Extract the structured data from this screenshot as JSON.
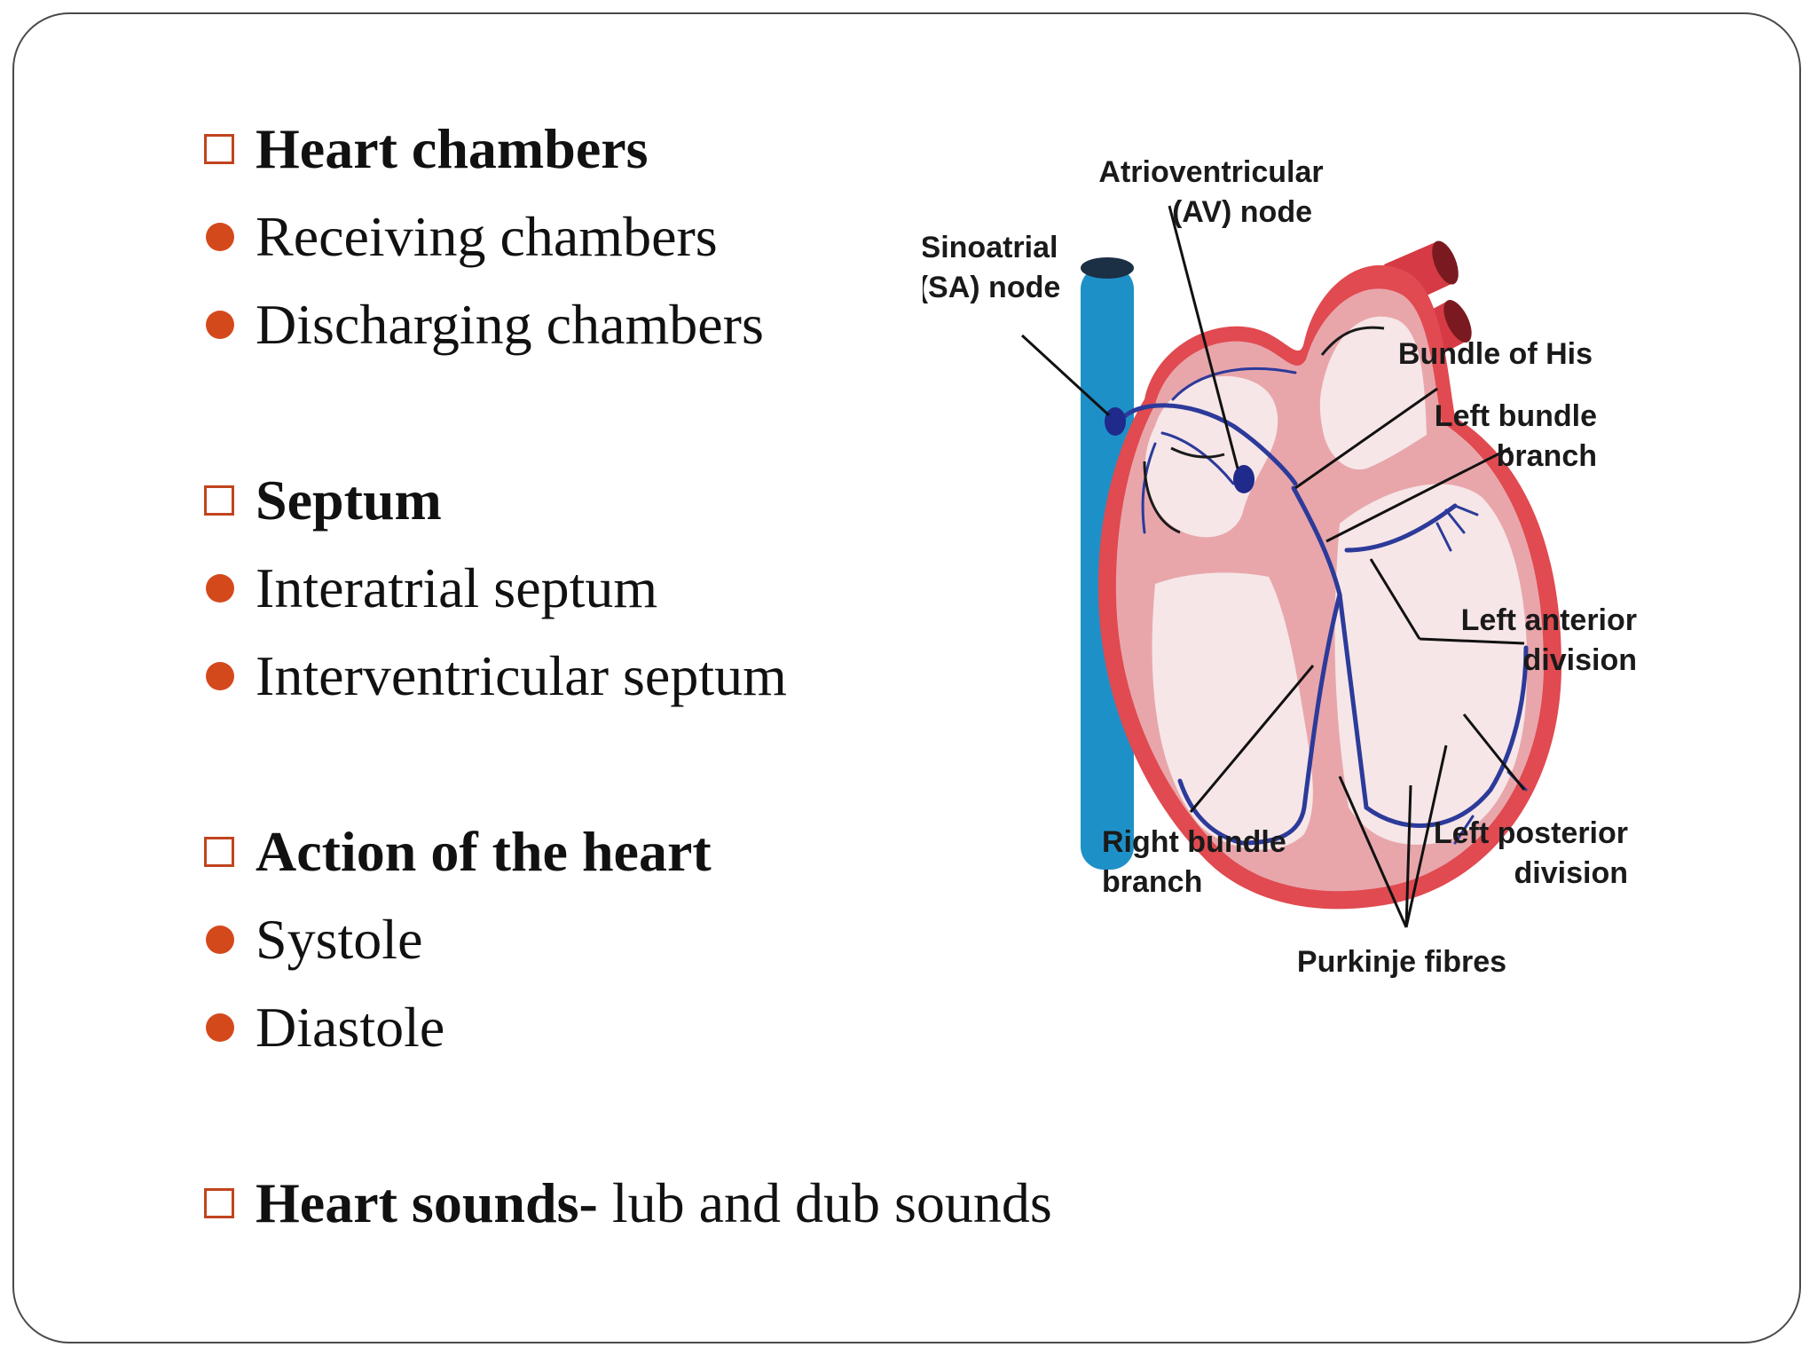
{
  "sections": [
    {
      "heading": "Heart chambers",
      "items": [
        "Receiving chambers",
        "Discharging chambers"
      ]
    },
    {
      "heading": "Septum",
      "items": [
        "Interatrial septum",
        "Interventricular septum"
      ]
    },
    {
      "heading": "Action of the heart",
      "items": [
        "Systole",
        "Diastole"
      ]
    },
    {
      "heading": "Heart sounds-",
      "tail": " lub and dub sounds",
      "items": []
    }
  ],
  "diagram": {
    "labels": {
      "av_line1": "Atrioventricular",
      "av_line2": "(AV) node",
      "sa_line1": "Sinoatrial",
      "sa_line2": "(SA) node",
      "his": "Bundle of His",
      "lbb_line1": "Left bundle",
      "lbb_line2": "branch",
      "lad_line1": "Left anterior",
      "lad_line2": "division",
      "rbb_line1": "Right bundle",
      "rbb_line2": "branch",
      "lpd_line1": "Left posterior",
      "lpd_line2": "division",
      "purkinje": "Purkinje fibres"
    }
  },
  "colors": {
    "bullet_accent": "#d4491c",
    "heart_wall": "#e04a50",
    "heart_muscle": "#e8a6ab",
    "heart_chamber": "#f6e6e7",
    "conduction": "#2c3a9a",
    "vena_cava": "#1e90c8"
  }
}
